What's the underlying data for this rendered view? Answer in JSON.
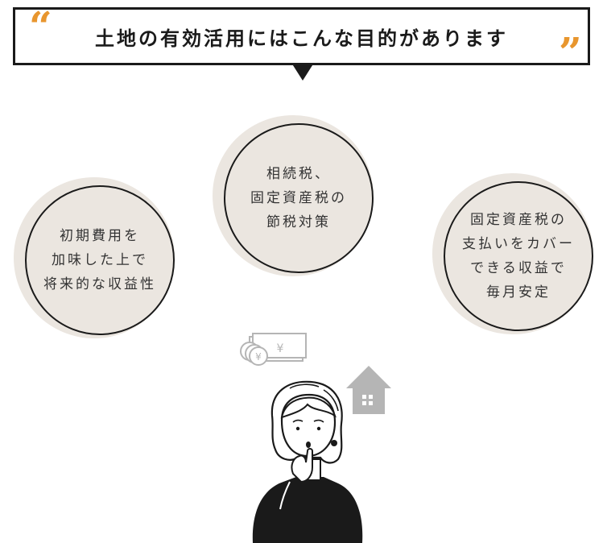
{
  "heading": {
    "quote_open": "“",
    "text": "土地の有効活用にはこんな目的があります",
    "quote_close": "”"
  },
  "purposes": [
    {
      "lines": [
        "初期費用を",
        "加味した上で",
        "将来的な収益性"
      ]
    },
    {
      "lines": [
        "相続税、",
        "固定資産税の",
        "節税対策"
      ]
    },
    {
      "lines": [
        "固定資産税の",
        "支払いをカバー",
        "できる収益で",
        "毎月安定"
      ]
    }
  ],
  "money_icon_symbol": "¥",
  "colors": {
    "accent_orange": "#e8962e",
    "bubble_fill": "#ebe6e0",
    "outline": "#1a1a1a",
    "icon_gray": "#b5b5b5"
  },
  "icons": [
    "money-icon",
    "house-icon"
  ]
}
